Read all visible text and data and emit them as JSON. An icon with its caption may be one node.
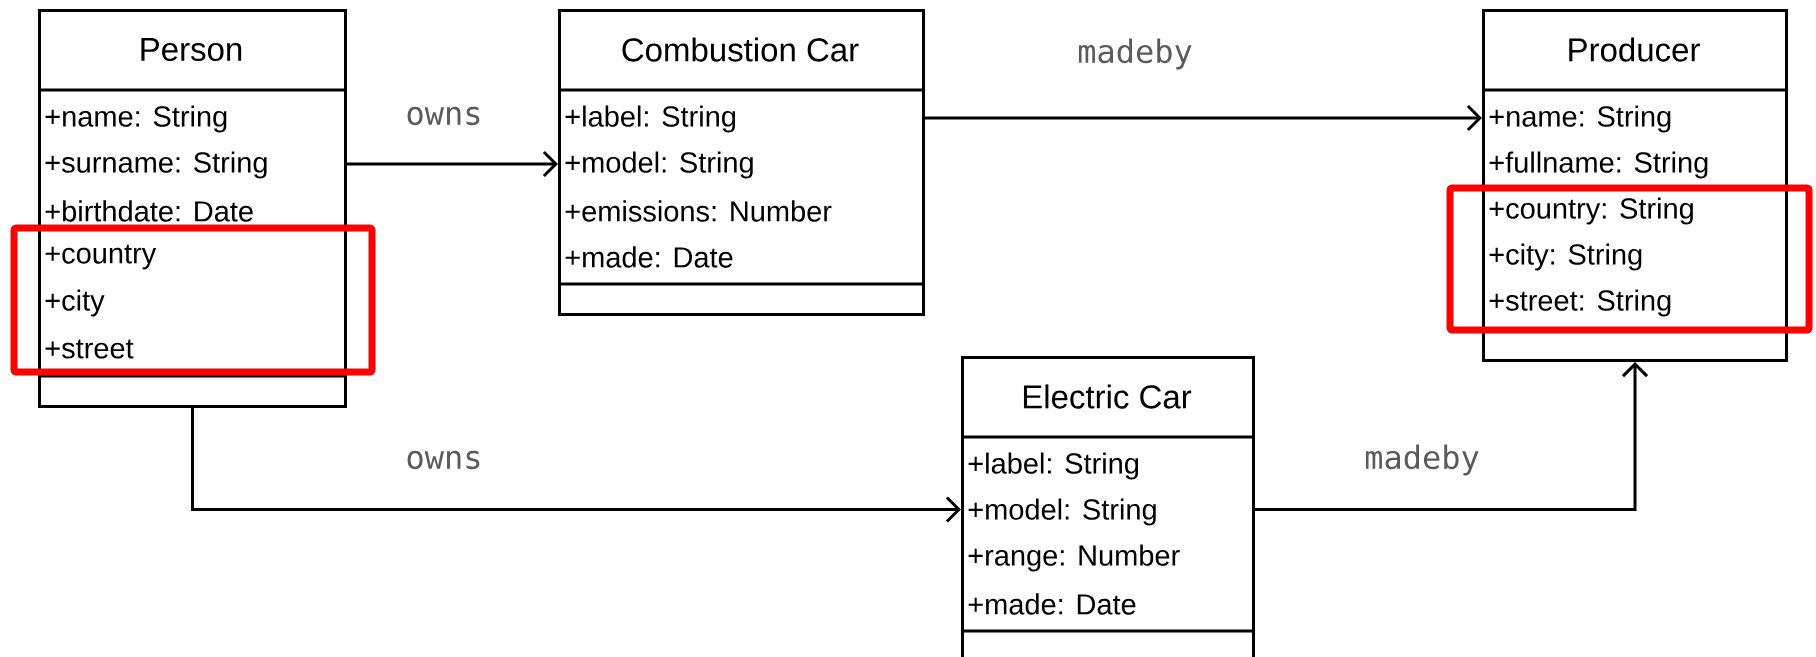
{
  "diagram": {
    "nodes": [
      {
        "text": [
          "Person",
          "+name: String",
          "+surname: String",
          "+birthdate: Date",
          "+country",
          "+city",
          "+street"
        ]
      },
      {
        "text": [
          "Combustion Car",
          "+label: String",
          "+model: String",
          "+emissions: Number",
          "+made: Date"
        ]
      },
      {
        "text": [
          "Producer",
          "+name: String",
          "+fullname: String",
          "+country: String",
          "+city: String",
          "+street: String"
        ]
      },
      {
        "text": [
          "Electric Car",
          "+label: String",
          "+model: String",
          "+range: Number",
          "+made: Date"
        ]
      }
    ],
    "edges": [
      {
        "from": 0,
        "to": 1,
        "arrow": "to",
        "label": "owns"
      },
      {
        "from": 1,
        "to": 2,
        "arrow": "to",
        "label": "madeby"
      },
      {
        "from": 0,
        "to": 3,
        "arrow": "to",
        "label": "owns"
      },
      {
        "from": 3,
        "to": 2,
        "arrow": "to",
        "label": "madeby"
      }
    ]
  }
}
